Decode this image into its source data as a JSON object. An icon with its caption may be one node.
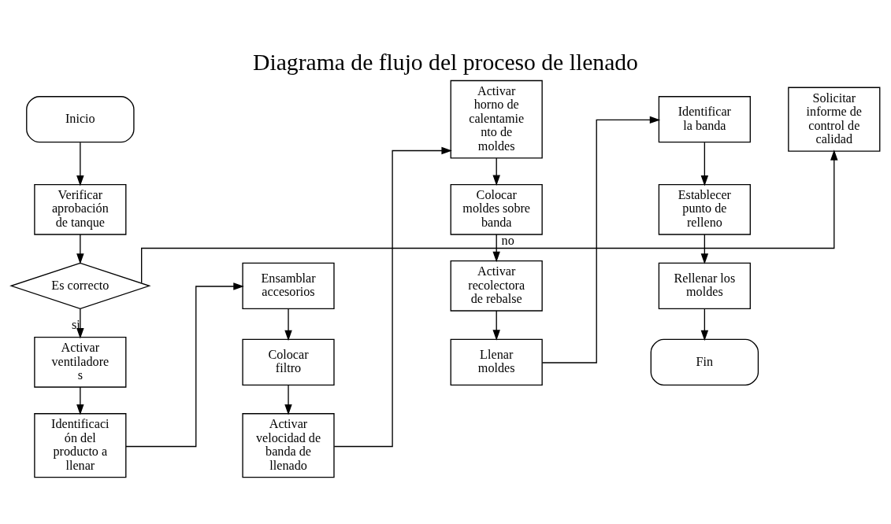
{
  "diagram": {
    "title": "Diagrama de flujo del proceso de llenado",
    "nodes": [
      {
        "text": [
          "Inicio"
        ]
      },
      {
        "text": [
          "Verificar aprobación de tanque"
        ]
      },
      {
        "text": [
          "Es correcto"
        ]
      },
      {
        "text": [
          "Solicitar informe de control de calidad"
        ]
      },
      {
        "text": [
          "Activar ventiladore s"
        ]
      },
      {
        "text": [
          "Identificaci ón del producto a llenar"
        ]
      },
      {
        "text": [
          "Ensamblar accesorios"
        ]
      },
      {
        "text": [
          "Colocar filtro"
        ]
      },
      {
        "text": [
          "Activar velocidad de banda de llenado"
        ]
      },
      {
        "text": [
          "Activar horno de calentamie nto de moldes"
        ]
      },
      {
        "text": [
          "Colocar moldes sobre banda"
        ]
      },
      {
        "text": [
          "Activar recolectora de rebalse"
        ]
      },
      {
        "text": [
          "Llenar moldes"
        ]
      },
      {
        "text": [
          "Identificar la banda"
        ]
      },
      {
        "text": [
          "Establecer punto de relleno"
        ]
      },
      {
        "text": [
          "Rellenar los moldes"
        ]
      },
      {
        "text": [
          "Fin"
        ]
      }
    ],
    "edges": [
      {
        "from": 0,
        "to": 1,
        "arrow": "to"
      },
      {
        "from": 1,
        "to": 2,
        "arrow": "to"
      },
      {
        "from": 2,
        "to": 3,
        "arrow": "to",
        "label": "no"
      },
      {
        "from": 2,
        "to": 4,
        "arrow": "to",
        "label": "si"
      },
      {
        "from": 4,
        "to": 5,
        "arrow": "to"
      },
      {
        "from": 5,
        "to": 6,
        "arrow": "to"
      },
      {
        "from": 6,
        "to": 7,
        "arrow": "to"
      },
      {
        "from": 7,
        "to": 8,
        "arrow": "to"
      },
      {
        "from": 8,
        "to": 9,
        "arrow": "to"
      },
      {
        "from": 9,
        "to": 10,
        "arrow": "to"
      },
      {
        "from": 10,
        "to": 11,
        "arrow": "to"
      },
      {
        "from": 11,
        "to": 12,
        "arrow": "to"
      },
      {
        "from": 12,
        "to": 13,
        "arrow": "to"
      },
      {
        "from": 13,
        "to": 14,
        "arrow": "to"
      },
      {
        "from": 14,
        "to": 15,
        "arrow": "to"
      },
      {
        "from": 15,
        "to": 16,
        "arrow": "to"
      }
    ]
  }
}
